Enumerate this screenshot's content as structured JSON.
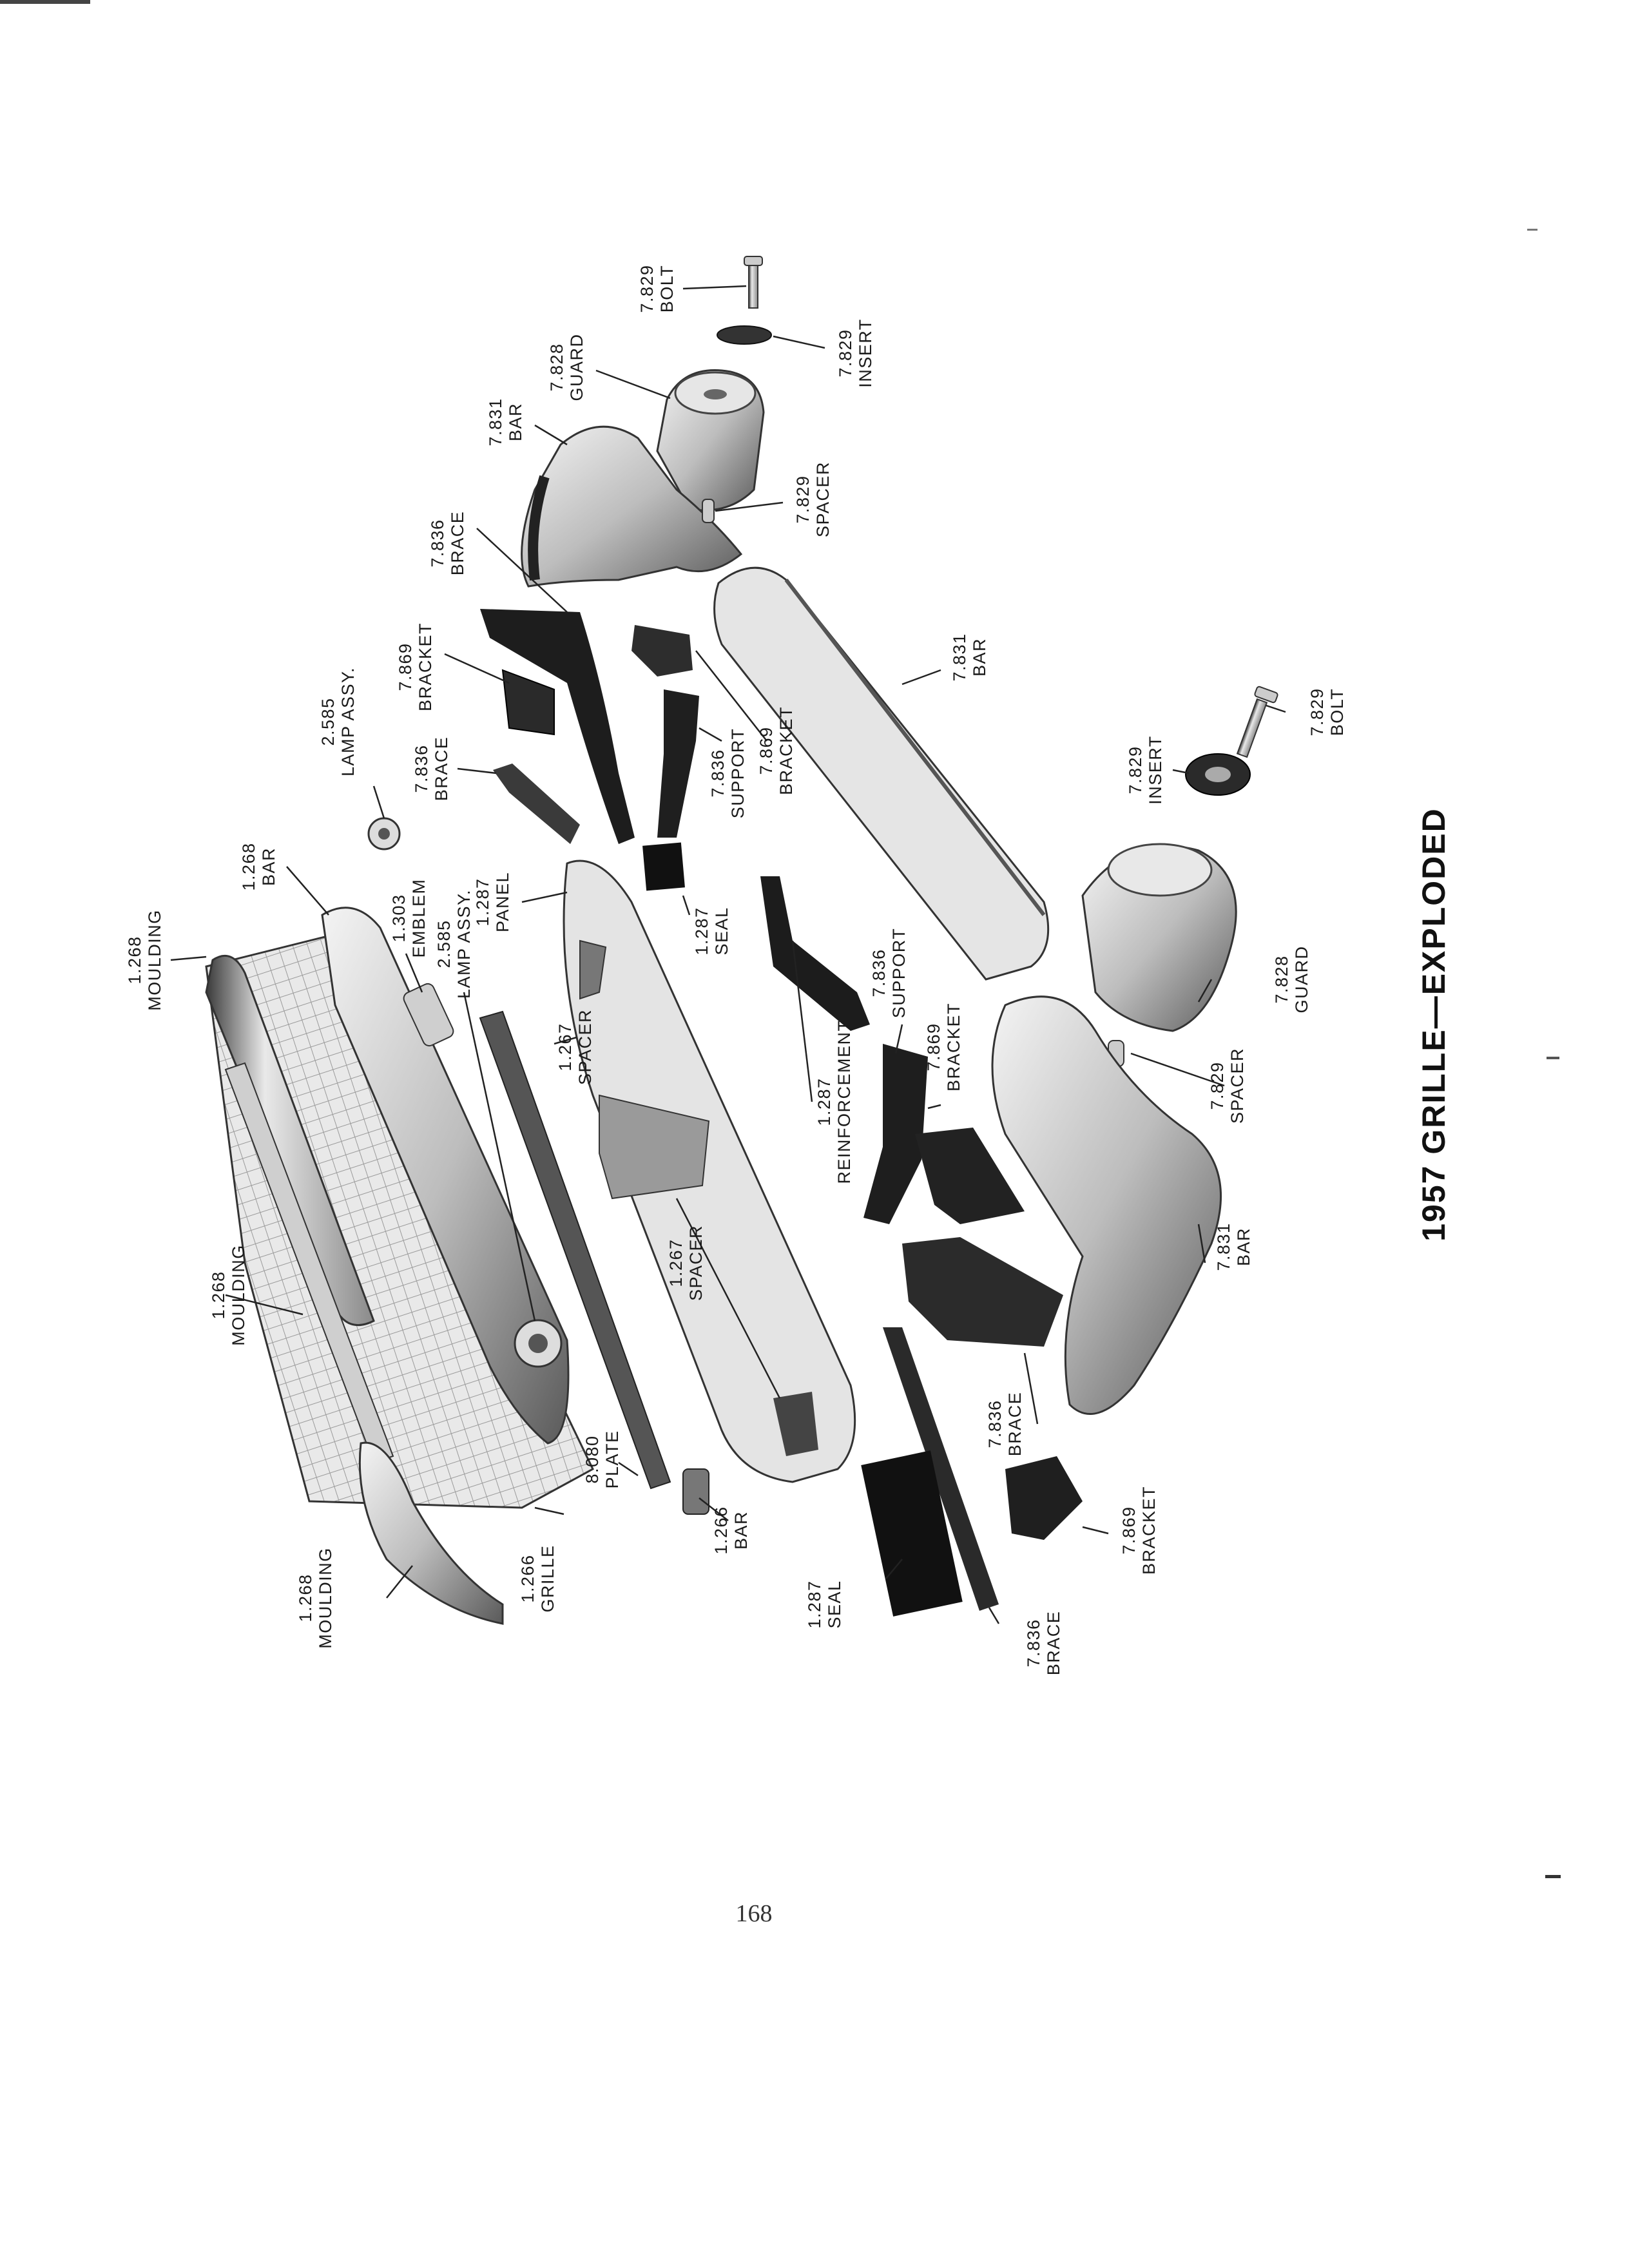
{
  "diagram": {
    "title": "1957 GRILLE—EXPLODED",
    "page_number": "168",
    "labels": [
      {
        "id": "bolt-top",
        "number": "7.829",
        "name": "BOLT"
      },
      {
        "id": "insert-top",
        "number": "7.829",
        "name": "INSERT"
      },
      {
        "id": "guard-top",
        "number": "7.828",
        "name": "GUARD"
      },
      {
        "id": "bar-top-left",
        "number": "7.831",
        "name": "BAR"
      },
      {
        "id": "spacer-top",
        "number": "7.829",
        "name": "SPACER"
      },
      {
        "id": "brace-top",
        "number": "7.836",
        "name": "BRACE"
      },
      {
        "id": "bracket-upper-left",
        "number": "7.869",
        "name": "BRACKET"
      },
      {
        "id": "bar-center",
        "number": "7.831",
        "name": "BAR"
      },
      {
        "id": "lamp-assy-upper",
        "number": "2.585",
        "name": "LAMP ASSY."
      },
      {
        "id": "brace-upper-small",
        "number": "7.836",
        "name": "BRACE"
      },
      {
        "id": "support-upper",
        "number": "7.836",
        "name": "SUPPORT"
      },
      {
        "id": "bracket-upper-right",
        "number": "7.869",
        "name": "BRACKET"
      },
      {
        "id": "insert-right",
        "number": "7.829",
        "name": "INSERT"
      },
      {
        "id": "bolt-right",
        "number": "7.829",
        "name": "BOLT"
      },
      {
        "id": "bar-grille-top",
        "number": "1.268",
        "name": "BAR"
      },
      {
        "id": "emblem",
        "number": "1.303",
        "name": "EMBLEM"
      },
      {
        "id": "panel",
        "number": "1.287",
        "name": "PANEL"
      },
      {
        "id": "moulding-top",
        "number": "1.268",
        "name": "MOULDING"
      },
      {
        "id": "lamp-assy-lower",
        "number": "2.585",
        "name": "LAMP ASSY."
      },
      {
        "id": "seal-upper",
        "number": "1.287",
        "name": "SEAL"
      },
      {
        "id": "support-lower",
        "number": "7.836",
        "name": "SUPPORT"
      },
      {
        "id": "spacer-upper",
        "number": "1.267",
        "name": "SPACER"
      },
      {
        "id": "guard-right",
        "number": "7.828",
        "name": "GUARD"
      },
      {
        "id": "bracket-middle",
        "number": "7.869",
        "name": "BRACKET"
      },
      {
        "id": "reinforcement",
        "number": "1.287",
        "name": "REINFORCEMENT"
      },
      {
        "id": "spacer-right",
        "number": "7.829",
        "name": "SPACER"
      },
      {
        "id": "moulding-middle",
        "number": "1.268",
        "name": "MOULDING"
      },
      {
        "id": "spacer-lower",
        "number": "1.267",
        "name": "SPACER"
      },
      {
        "id": "bar-right",
        "number": "7.831",
        "name": "BAR"
      },
      {
        "id": "brace-middle",
        "number": "7.836",
        "name": "BRACE"
      },
      {
        "id": "plate",
        "number": "8.080",
        "name": "PLATE"
      },
      {
        "id": "bar-lower",
        "number": "1.266",
        "name": "BAR"
      },
      {
        "id": "moulding-bottom",
        "number": "1.268",
        "name": "MOULDING"
      },
      {
        "id": "grille",
        "number": "1.266",
        "name": "GRILLE"
      },
      {
        "id": "seal-lower",
        "number": "1.287",
        "name": "SEAL"
      },
      {
        "id": "bracket-lower",
        "number": "7.869",
        "name": "BRACKET"
      },
      {
        "id": "brace-lower",
        "number": "7.836",
        "name": "BRACE"
      }
    ]
  }
}
